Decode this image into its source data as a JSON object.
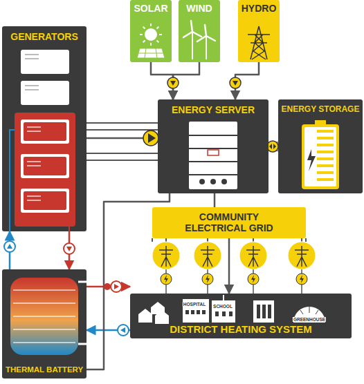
{
  "diagram": {
    "nodes": [
      {
        "text": [
          "GENERATORS"
        ]
      },
      {
        "text": [
          "SOLAR"
        ]
      },
      {
        "text": [
          "WIND"
        ]
      },
      {
        "text": [
          "HYDRO"
        ]
      },
      {
        "text": [
          "ENERGY SERVER"
        ]
      },
      {
        "text": [
          "ENERGY STORAGE"
        ]
      },
      {
        "text": [
          "COMMUNITY ELECTRICAL GRID"
        ]
      },
      {
        "text": [
          "DISTRICT HEATING SYSTEM"
        ]
      },
      {
        "text": [
          "THERMAL BATTERY"
        ]
      }
    ],
    "edges": [
      {
        "from": 1,
        "to": 4,
        "arrow": "to"
      },
      {
        "from": 2,
        "to": 4,
        "arrow": "to"
      },
      {
        "from": 3,
        "to": 4,
        "arrow": "to"
      },
      {
        "from": 0,
        "to": 4,
        "arrow": "to"
      },
      {
        "from": 4,
        "to": 5,
        "arrow": "both"
      },
      {
        "from": 4,
        "to": 6,
        "arrow": "none"
      },
      {
        "from": 6,
        "to": 7,
        "arrow": "to"
      },
      {
        "from": 0,
        "to": 8,
        "arrow": "to"
      },
      {
        "from": 8,
        "to": 0,
        "arrow": "to"
      },
      {
        "from": 8,
        "to": 7,
        "arrow": "to"
      },
      {
        "from": 7,
        "to": 8,
        "arrow": "to"
      },
      {
        "from": 8,
        "to": 4,
        "arrow": "none"
      }
    ],
    "labels": [
      "HOSPITAL",
      "SCHOOL",
      "GREENHOUSE"
    ]
  }
}
